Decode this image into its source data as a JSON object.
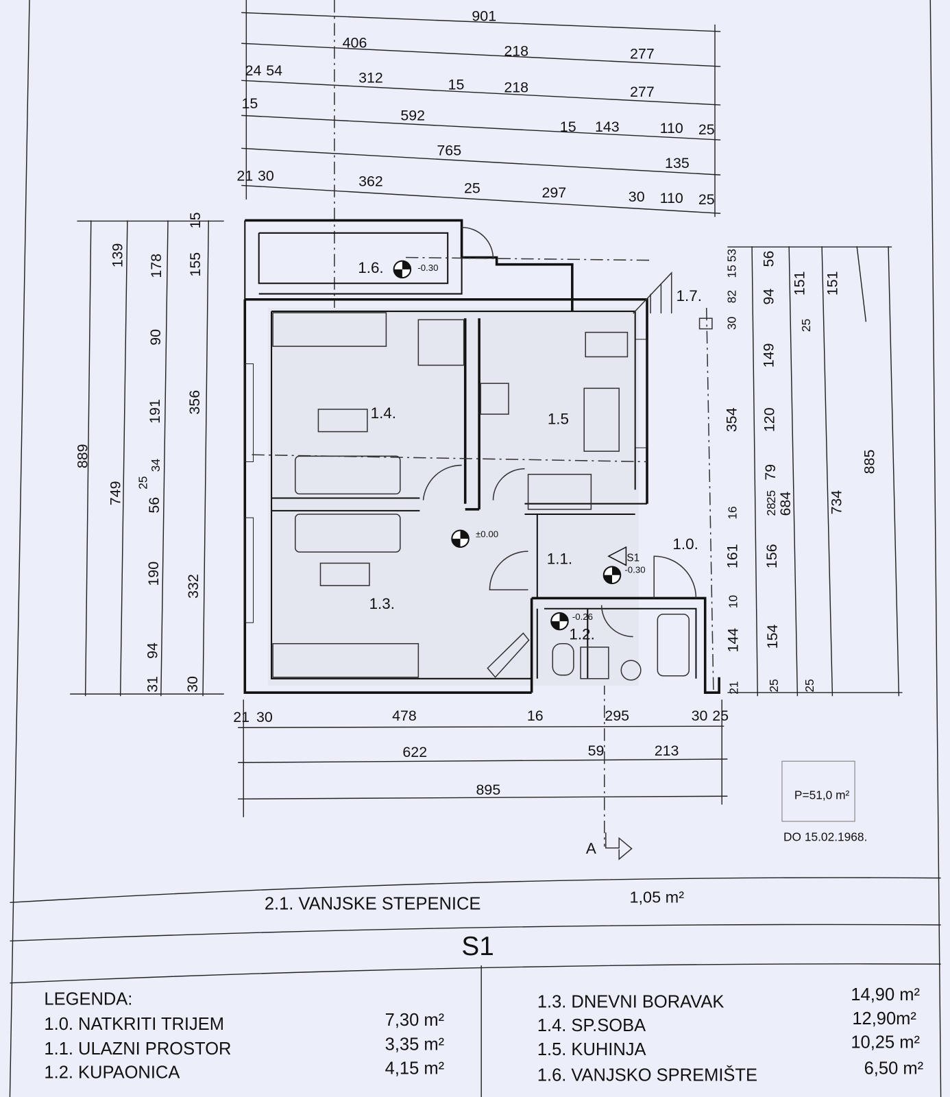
{
  "dimensions": {
    "top": {
      "row0": [
        "901"
      ],
      "row1": [
        "406",
        "218",
        "277"
      ],
      "row2": [
        "24",
        "54",
        "312",
        "15",
        "218",
        "277"
      ],
      "row3": [
        "15",
        "592",
        "15",
        "143",
        "110",
        "25"
      ],
      "row4": [
        "765",
        "135"
      ],
      "row5": [
        "21",
        "30",
        "362",
        "25",
        "297",
        "30",
        "110",
        "25"
      ]
    },
    "left": {
      "col0": [
        "889"
      ],
      "col1": [
        "139",
        "749"
      ],
      "col2": [
        "178",
        "90",
        "191",
        "34",
        "25",
        "56",
        "190",
        "94",
        "31"
      ],
      "col3": [
        "15",
        "155",
        "356",
        "332",
        "30"
      ]
    },
    "right": {
      "col0": [
        "15",
        "53",
        "82",
        "30",
        "354",
        "16",
        "161",
        "10",
        "144",
        "21"
      ],
      "col1": [
        "56",
        "94",
        "149",
        "120",
        "79",
        "28",
        "25",
        "156",
        "154",
        "25"
      ],
      "col1b": [
        "684"
      ],
      "col2": [
        "151",
        "25",
        "25"
      ],
      "col2b": [
        "734"
      ],
      "col3": [
        "151"
      ],
      "col4": [
        "885"
      ]
    },
    "bottom": {
      "row0": [
        "21",
        "30",
        "478",
        "16",
        "295",
        "30",
        "25"
      ],
      "row1": [
        "622",
        "59",
        "213"
      ],
      "row2": [
        "895"
      ]
    }
  },
  "rooms": {
    "r10": "1.0.",
    "r11": "1.1.",
    "r12": "1.2.",
    "r13": "1.3.",
    "r14": "1.4.",
    "r15": "1.5",
    "r16": "1.6.",
    "r17": "1.7."
  },
  "levels": {
    "storage": "-0.30",
    "main": "±0.00",
    "entry": "-0.30",
    "bath": "-0.26"
  },
  "section_marker": "S1",
  "section_cut": "A",
  "area_box": "P=51,0 m²",
  "date_note": "DO 15.02.1968.",
  "extra_row": {
    "label": "2.1.  VANJSKE STEPENICE",
    "area": "1,05 m²"
  },
  "title": "S1",
  "legend": {
    "heading": "LEGENDA:",
    "left": [
      {
        "label": "1.0. NATKRITI TRIJEM",
        "area": "7,30 m²"
      },
      {
        "label": "1.1. ULAZNI PROSTOR",
        "area": "3,35 m²"
      },
      {
        "label": "1.2. KUPAONICA",
        "area": "4,15 m²"
      }
    ],
    "right": [
      {
        "label": "1.3. DNEVNI BORAVAK",
        "area": "14,90 m²"
      },
      {
        "label": "1.4. SP.SOBA",
        "area": "12,90m²"
      },
      {
        "label": "1.5. KUHINJA",
        "area": "10,25 m²"
      },
      {
        "label": "1.6. VANJSKO SPREMIŠTE",
        "area": "6,50 m²"
      }
    ]
  }
}
